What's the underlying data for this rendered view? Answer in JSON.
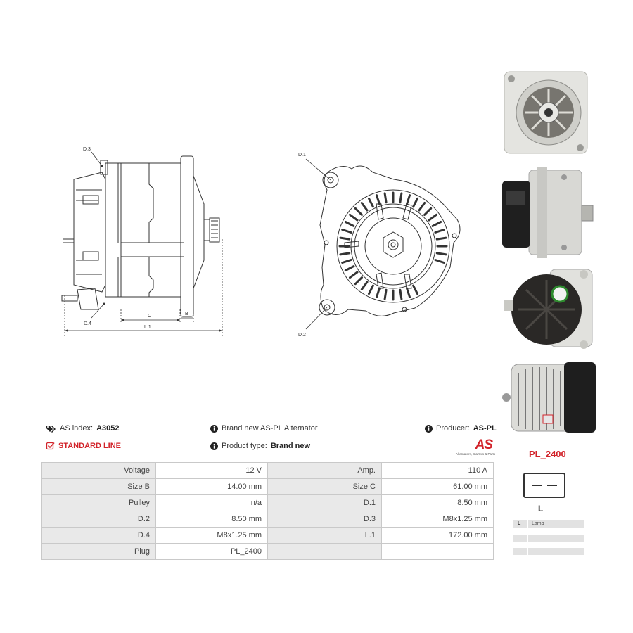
{
  "drawing_side": {
    "labels": {
      "d3": "D.3",
      "d4": "D.4",
      "c": "C",
      "b": "B",
      "l1": "L.1"
    }
  },
  "drawing_front": {
    "labels": {
      "d1": "D.1",
      "d2": "D.2"
    }
  },
  "photos": [
    "front-view-photo",
    "side-view-photo",
    "rear-view-photo",
    "angled-view-photo"
  ],
  "info": {
    "as_index_label": "AS index:",
    "as_index_value": "A3052",
    "standard_line": "STANDARD LINE",
    "description": "Brand new AS-PL Alternator",
    "product_type_label": "Product type:",
    "product_type_value": "Brand new",
    "producer_label": "Producer:",
    "producer_value": "AS-PL",
    "logo_text": "AS",
    "logo_tagline": "Alternators, Starters & Parts"
  },
  "specs": [
    [
      "Voltage",
      "12 V",
      "Amp.",
      "110 A"
    ],
    [
      "Size B",
      "14.00 mm",
      "Size C",
      "61.00 mm"
    ],
    [
      "Pulley",
      "n/a",
      "D.1",
      "8.50 mm"
    ],
    [
      "D.2",
      "8.50 mm",
      "D.3",
      "M8x1.25 mm"
    ],
    [
      "D.4",
      "M8x1.25 mm",
      "L.1",
      "172.00 mm"
    ],
    [
      "Plug",
      "PL_2400",
      "",
      ""
    ]
  ],
  "plug": {
    "name": "PL_2400",
    "terminal": "L",
    "pins": [
      {
        "code": "L",
        "name": "Lamp"
      },
      {
        "code": "",
        "name": ""
      },
      {
        "code": "",
        "name": ""
      }
    ]
  },
  "colors": {
    "accent": "#d2232a",
    "table_key_bg": "#e9e9e9",
    "border": "#c9c9c9"
  }
}
